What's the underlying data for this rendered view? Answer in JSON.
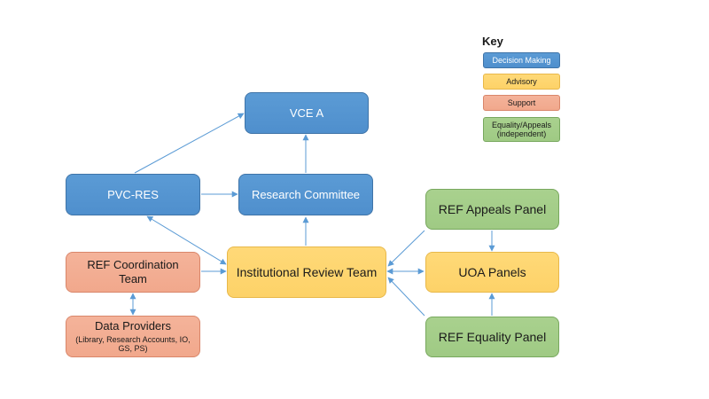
{
  "key": {
    "title": "Key",
    "items": [
      {
        "label": "Decision Making",
        "color": "#5b9bd5"
      },
      {
        "label": "Advisory",
        "color": "#ffd978"
      },
      {
        "label": "Support",
        "color": "#f4b39a"
      },
      {
        "label": "Equality/Appeals",
        "sublabel": "(independent)",
        "color": "#a9d18e"
      }
    ]
  },
  "nodes": {
    "vce_a": {
      "label": "VCE A",
      "category": "Decision Making"
    },
    "pvc_res": {
      "label": "PVC-RES",
      "category": "Decision Making"
    },
    "research_committee": {
      "label": "Research Committee",
      "category": "Decision Making"
    },
    "institutional_review_team": {
      "label": "Institutional Review Team",
      "category": "Advisory"
    },
    "uoa_panels": {
      "label": "UOA Panels",
      "category": "Advisory"
    },
    "ref_coordination_team": {
      "label": "REF Coordination",
      "label2": "Team",
      "category": "Support"
    },
    "data_providers": {
      "label": "Data Providers",
      "sublabel": "(Library, Research Accounts, IO,",
      "sublabel2": "GS, PS)",
      "category": "Support"
    },
    "ref_appeals_panel": {
      "label": "REF Appeals Panel",
      "category": "Equality/Appeals"
    },
    "ref_equality_panel": {
      "label": "REF Equality Panel",
      "category": "Equality/Appeals"
    }
  },
  "edges": [
    {
      "from": "PVC-RES",
      "to": "VCE A",
      "direction": "forward"
    },
    {
      "from": "Research Committee",
      "to": "VCE A",
      "direction": "forward"
    },
    {
      "from": "PVC-RES",
      "to": "Research Committee",
      "direction": "forward"
    },
    {
      "from": "Institutional Review Team",
      "to": "Research Committee",
      "direction": "forward"
    },
    {
      "from": "PVC-RES",
      "to": "Institutional Review Team",
      "direction": "both"
    },
    {
      "from": "REF Coordination Team",
      "to": "Institutional Review Team",
      "direction": "forward"
    },
    {
      "from": "REF Coordination Team",
      "to": "Data Providers",
      "direction": "both"
    },
    {
      "from": "Institutional Review Team",
      "to": "UOA Panels",
      "direction": "both"
    },
    {
      "from": "REF Appeals Panel",
      "to": "Institutional Review Team",
      "direction": "forward"
    },
    {
      "from": "REF Equality Panel",
      "to": "Institutional Review Team",
      "direction": "forward"
    },
    {
      "from": "REF Appeals Panel",
      "to": "UOA Panels",
      "direction": "forward"
    },
    {
      "from": "REF Equality Panel",
      "to": "UOA Panels",
      "direction": "forward"
    }
  ],
  "colors": {
    "decision_making": "#5b9bd5",
    "advisory": "#ffd978",
    "support": "#f4b39a",
    "equality_appeals": "#a9d18e",
    "connector": "#5b9bd5"
  }
}
